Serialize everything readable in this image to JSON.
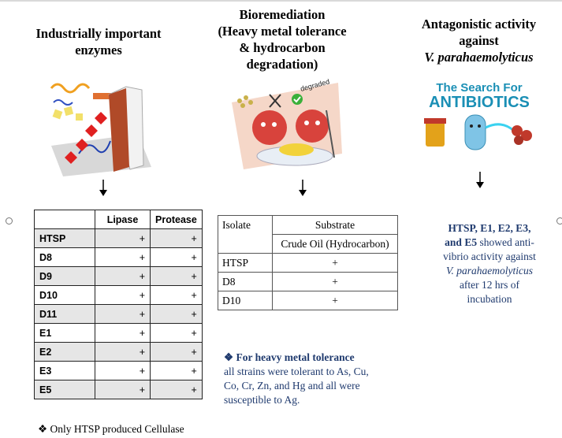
{
  "col1": {
    "title_line1": "Industrially  important",
    "title_line2": "enzymes",
    "image_icon": "enzyme-illustration",
    "table": {
      "headers": [
        "",
        "Lipase",
        "Protease"
      ],
      "rows": [
        [
          "HTSP",
          "+",
          "+"
        ],
        [
          "D8",
          "+",
          "+"
        ],
        [
          "D9",
          "+",
          "+"
        ],
        [
          "D10",
          "+",
          "+"
        ],
        [
          "D11",
          "+",
          "+"
        ],
        [
          "E1",
          "+",
          "+"
        ],
        [
          "E2",
          "+",
          "+"
        ],
        [
          "E3",
          "+",
          "+"
        ],
        [
          "E5",
          "+",
          "+"
        ]
      ]
    },
    "footnote_bullet": "❖",
    "footnote": "Only HTSP produced Cellulase"
  },
  "col2": {
    "title_line1": "Bioremediation",
    "title_line2": "(Heavy metal tolerance",
    "title_line3": "& hydrocarbon",
    "title_line4": "degradation)",
    "image_label": "degraded",
    "table": {
      "col_isolate": "Isolate",
      "col_substrate": "Substrate",
      "sub_header": "Crude Oil (Hydrocarbon)",
      "rows": [
        [
          "HTSP",
          "+"
        ],
        [
          "D8",
          "+"
        ],
        [
          "D10",
          "+"
        ]
      ]
    },
    "note_bullet": "❖",
    "note_bold": "For heavy metal tolerance",
    "note_line1": "all strains were tolerant to As, Cu,",
    "note_line2": "Co, Cr, Zn, and Hg and all were",
    "note_line3": "susceptible to Ag."
  },
  "col3": {
    "title_line1": "Antagonistic activity",
    "title_line2": "against",
    "title_line3": "V. parahaemolyticus",
    "image_line1": "The Search For",
    "image_line2": "ANTIBIOTICS",
    "result_bold": "HTSP, E1, E2, E3,",
    "result_bold2": "and E5",
    "result_rest": " showed anti-",
    "result_line3": "vibrio activity against",
    "result_line4": "V. parahaemolyticus",
    "result_line5": "after 12 hrs of",
    "result_line6": "incubation"
  }
}
